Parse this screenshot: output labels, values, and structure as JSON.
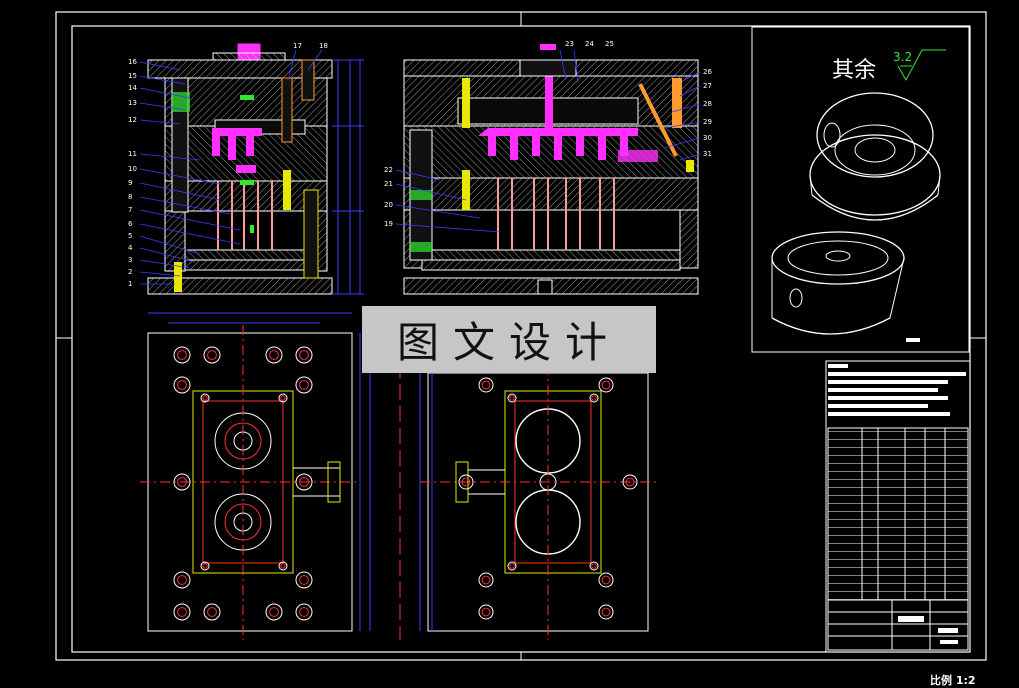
{
  "banner": {
    "text": "图文设计"
  },
  "surface_note": {
    "label": "其余",
    "roughness": "3.2"
  },
  "labels": {
    "left_section": [
      "16",
      "15",
      "14",
      "13",
      "12",
      "11",
      "10",
      "9",
      "8",
      "7",
      "6",
      "5",
      "4",
      "3",
      "2",
      "1"
    ],
    "left_top": [
      "17",
      "18"
    ],
    "right_top": [
      "23",
      "24",
      "25"
    ],
    "right_side": [
      "26",
      "27",
      "28",
      "29",
      "30",
      "31"
    ],
    "right_left": [
      "22",
      "21",
      "20",
      "19"
    ]
  },
  "title_block": {
    "scale_text": "比例 1:2"
  },
  "colors": {
    "border": "#ffffff",
    "outline": "#e8e8e8",
    "hatch": "#ffffff",
    "blue": "#3c3cff",
    "red": "#ff3030",
    "magenta": "#ff30ff",
    "yellow": "#e8e800",
    "green": "#30e830",
    "cyan": "#30e8e8",
    "orange": "#ff9a30",
    "pink": "#ff7b8a"
  }
}
